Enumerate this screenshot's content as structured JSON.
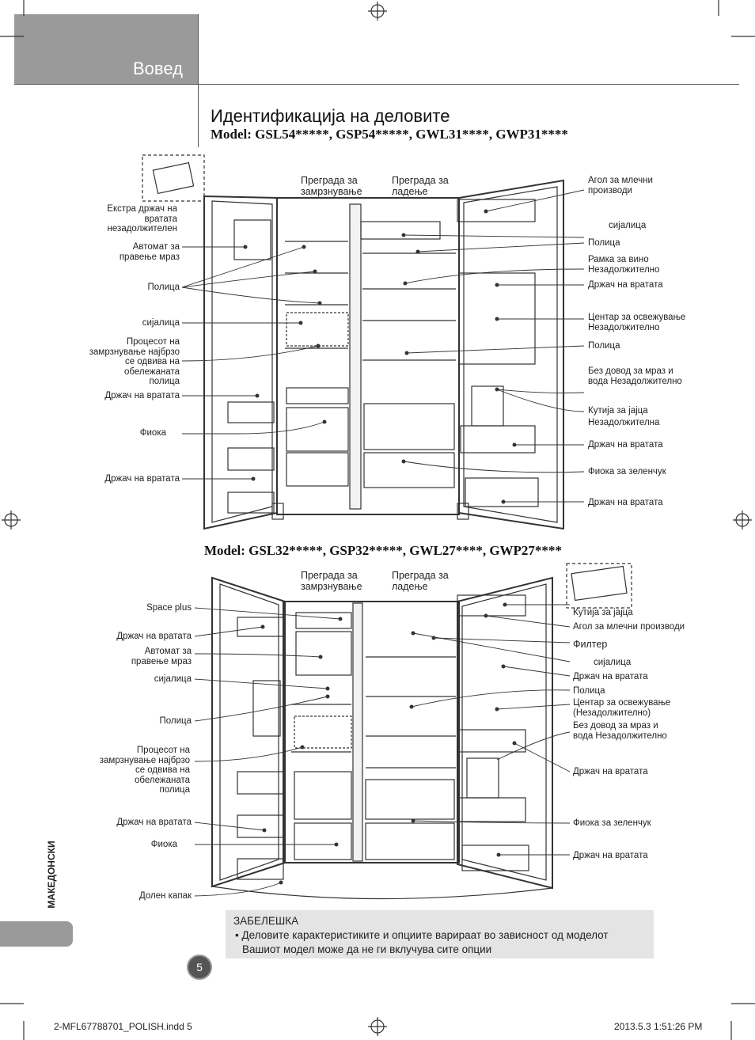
{
  "header": {
    "section": "Вовед"
  },
  "title": "Идентификација на деловите",
  "model1": {
    "heading": "Model:  GSL54*****, GSP54*****, GWL31****, GWP31****",
    "top_labels": {
      "freezer": "Преграда за\nзамрзнување",
      "fridge": "Преграда за\nладење"
    },
    "left_labels": [
      "Екстра држач на\nвратата\nнезадолжителен",
      "Автомат за\nправење мраз",
      "Полица",
      "сијалица",
      "Процесот на\nзамрзнување најбрзо\nсе одвива на\nобележаната\nполица",
      "Држач на вратата",
      "Фиока",
      "Држач на вратата"
    ],
    "right_labels": [
      "Агол за млечни\nпроизводи",
      "сијалица",
      "Полица",
      "Рамка за вино\n  Незадолжително",
      "Држач на вратата",
      "Центар за освежување\n  Незадолжително",
      "Полица",
      "Без довод за мраз и\nвода   Незадолжително",
      "Кутија за јајца\n  Незадолжителна",
      "Држач на вратата",
      "Фиока за зеленчук",
      "Држач на вратата"
    ]
  },
  "model2": {
    "heading": "Model:  GSL32*****, GSP32*****, GWL27****, GWP27****",
    "top_labels": {
      "freezer": "Преграда за\nзамрзнување",
      "fridge": "Преграда за\nладење"
    },
    "left_labels": [
      "Space plus",
      "Држач на вратата",
      "Автомат за\nправење мраз",
      "сијалица",
      "Полица",
      "Процесот на\nзамрзнување најбрзо\nсе одвива на\nобележаната\nполица",
      "Држач на вратата",
      "Фиока",
      "Долен капак"
    ],
    "right_labels": [
      "Кутија за јајца",
      "Агол за млечни производи",
      "Филтер",
      "сијалица",
      "Држач на вратата",
      "Полица",
      "Центар за освежување\n(Незадолжително)",
      "Без довод за мраз и\nвода   Незадолжително",
      "Држач на вратата",
      "Фиока за зеленчук",
      "Држач на вратата"
    ]
  },
  "note": {
    "title": "ЗАБЕЛЕШКА",
    "bullet": "•",
    "line1": "Деловите  карактеристиките и опциите варираат во зависност од моделот",
    "line2": "Вашиот модел може да не ги вклучува сите опции"
  },
  "sidebar_label": "МАКЕДОНСКИ",
  "page_number": "5",
  "footer": {
    "file": "2-MFL67788701_POLISH.indd   5",
    "date": "2013.5.3    1:51:26 PM"
  }
}
